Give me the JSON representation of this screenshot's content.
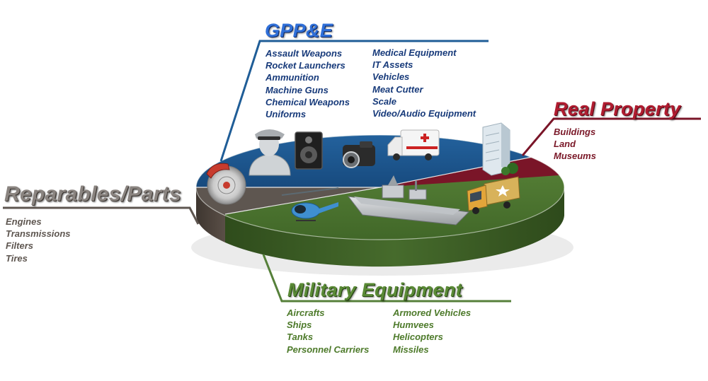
{
  "gpp": {
    "title": "GPP&E",
    "col1": [
      "Assault Weapons",
      "Rocket Launchers",
      "Ammunition",
      "Machine Guns",
      "Chemical Weapons",
      "Uniforms"
    ],
    "col2": [
      "Medical Equipment",
      "IT Assets",
      "Vehicles",
      "Meat Cutter",
      "Scale",
      "Video/Audio Equipment"
    ],
    "color": "#1f5d97"
  },
  "real_property": {
    "title": "Real Property",
    "items": [
      "Buildings",
      "Land",
      "Museums"
    ],
    "color": "#7a1528"
  },
  "reparables": {
    "title": "Reparables/Parts",
    "items": [
      "Engines",
      "Transmissions",
      "Filters",
      "Tires"
    ],
    "color": "#5e5650"
  },
  "military": {
    "title": "Military Equipment",
    "col1": [
      "Aircrafts",
      "Ships",
      "Tanks",
      "Personnel Carriers"
    ],
    "col2": [
      "Armored Vehicles",
      "Humvees",
      "Helicopters",
      "Missiles"
    ],
    "color": "#56803a"
  }
}
